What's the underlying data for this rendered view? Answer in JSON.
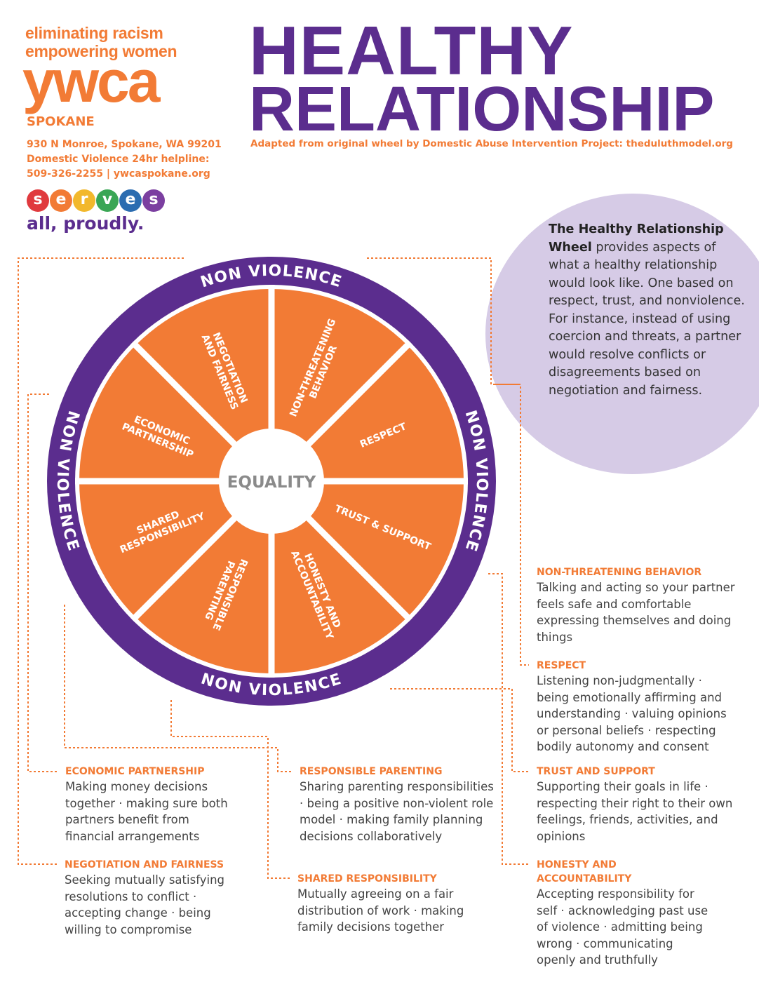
{
  "header": {
    "tagline_1": "eliminating racism",
    "tagline_2": "empowering women",
    "logo": "ywca",
    "city": "SPOKANE",
    "address_1": "930 N Monroe, Spokane, WA 99201",
    "address_2": "Domestic Violence 24hr helpline:",
    "address_3": "509-326-2255 | ywcaspokane.org",
    "serves_letters": [
      "s",
      "e",
      "r",
      "v",
      "e",
      "s"
    ],
    "serves_colors": [
      "#e03a3e",
      "#f27b35",
      "#f2b82c",
      "#3aa655",
      "#2b6cb0",
      "#7b3fa0"
    ],
    "proudly": "all, proudly.",
    "title_1": "HEALTHY",
    "title_2": "RELATIONSHIP",
    "adapted": "Adapted from original wheel by Domestic Abuse Intervention Project: theduluthmodel.org"
  },
  "bubble": {
    "bold": "The Healthy Relationship Wheel",
    "text": " provides aspects of what a healthy relationship would look like. One based on respect, trust, and nonviolence. For instance, instead of using coercion and threats, a partner would resolve conflicts or disagreements based on negotiation and fairness."
  },
  "wheel": {
    "center": "EQUALITY",
    "ring": "NON VIOLENCE",
    "segments": [
      [
        "NEGOTIATION",
        "AND FAIRNESS"
      ],
      [
        "NON-THREATENING",
        "BEHAVIOR"
      ],
      [
        "RESPECT"
      ],
      [
        "TRUST & SUPPORT"
      ],
      [
        "HONESTY AND",
        "ACCOUNTABILITY"
      ],
      [
        "RESPONSIBLE",
        "PARENTING"
      ],
      [
        "SHARED",
        "RESPONSIBILITY"
      ],
      [
        "ECONOMIC",
        "PARTNERSHIP"
      ]
    ],
    "colors": {
      "ring": "#5b2d8e",
      "segment": "#f27b35",
      "center_text": "#8a8a8a"
    }
  },
  "descriptions": {
    "non_threatening": {
      "heading": "NON-THREATENING BEHAVIOR",
      "text": "Talking and acting so your partner feels safe and comfortable expressing themselves and doing things"
    },
    "respect": {
      "heading": "RESPECT",
      "text": "Listening non-judgmentally · being emotionally affirming and understanding · valuing opinions or personal beliefs · respecting bodily autonomy and consent"
    },
    "trust": {
      "heading": "TRUST AND SUPPORT",
      "text": "Supporting their goals in life · respecting their right to their own feelings, friends, activities, and opinions"
    },
    "honesty": {
      "heading": "HONESTY AND ACCOUNTABILITY",
      "text": "Accepting responsibility for self · acknowledging past use of violence · admitting being wrong · communicating openly and truthfully"
    },
    "economic": {
      "heading": "ECONOMIC PARTNERSHIP",
      "text": "Making money decisions together · making sure both partners benefit from financial arrangements"
    },
    "negotiation": {
      "heading": "NEGOTIATION AND FAIRNESS",
      "text": "Seeking mutually satisfying resolutions to conflict · accepting change · being willing to compromise"
    },
    "parenting": {
      "heading": "RESPONSIBLE PARENTING",
      "text": "Sharing parenting responsibilities · being a positive non-violent role model · making family planning decisions collaboratively"
    },
    "shared": {
      "heading": "SHARED RESPONSIBILITY",
      "text": "Mutually agreeing on a fair distribution of work · making family decisions together"
    }
  }
}
